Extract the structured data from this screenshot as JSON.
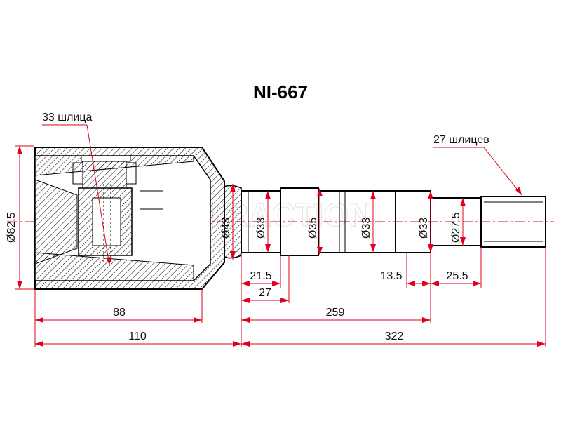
{
  "part_number": "NI-667",
  "watermark": "ATTRACTION",
  "callouts": {
    "inner_splines": "33 шлица",
    "outer_splines": "27 шлицев"
  },
  "diameters": {
    "housing": "Ø82.5",
    "neck": "Ø43",
    "shaft_1": "Ø33",
    "shaft_2": "Ø35",
    "shaft_3": "Ø33",
    "shaft_4": "Ø33",
    "spline_end": "Ø27.5"
  },
  "lengths": {
    "l_21_5": "21.5",
    "l_27": "27",
    "l_13_5": "13.5",
    "l_25_5": "25.5",
    "l_88": "88",
    "l_259": "259",
    "l_110": "110",
    "l_322": "322"
  }
}
